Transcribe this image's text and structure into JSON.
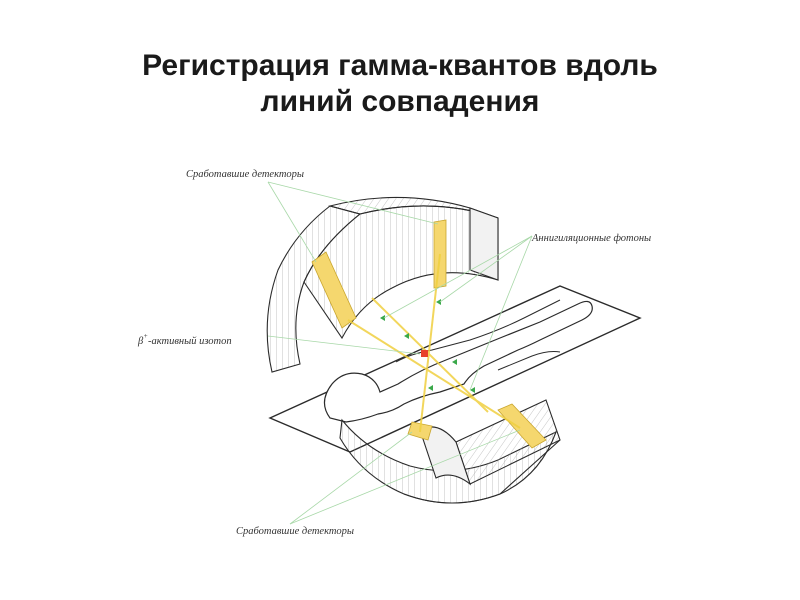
{
  "title": {
    "line1": "Регистрация гамма-квантов вдоль",
    "line2": "линий совпадения"
  },
  "diagram": {
    "labels": {
      "detectors_top": "Сработавшие детекторы",
      "annihilation_photons": "Аннигиляционные фотоны",
      "isotope_prefix": "β",
      "isotope_sup": "+",
      "isotope_text": "-активный изотоп",
      "detectors_bottom": "Сработавшие детекторы"
    },
    "colors": {
      "detector_highlight": "#f5d76e",
      "beam": "#ffe680",
      "annihilation_point": "#e8412c",
      "photon_marker": "#3aa84a",
      "pointer_line": "#a8d8a8",
      "outline": "#2b2b2b"
    }
  }
}
